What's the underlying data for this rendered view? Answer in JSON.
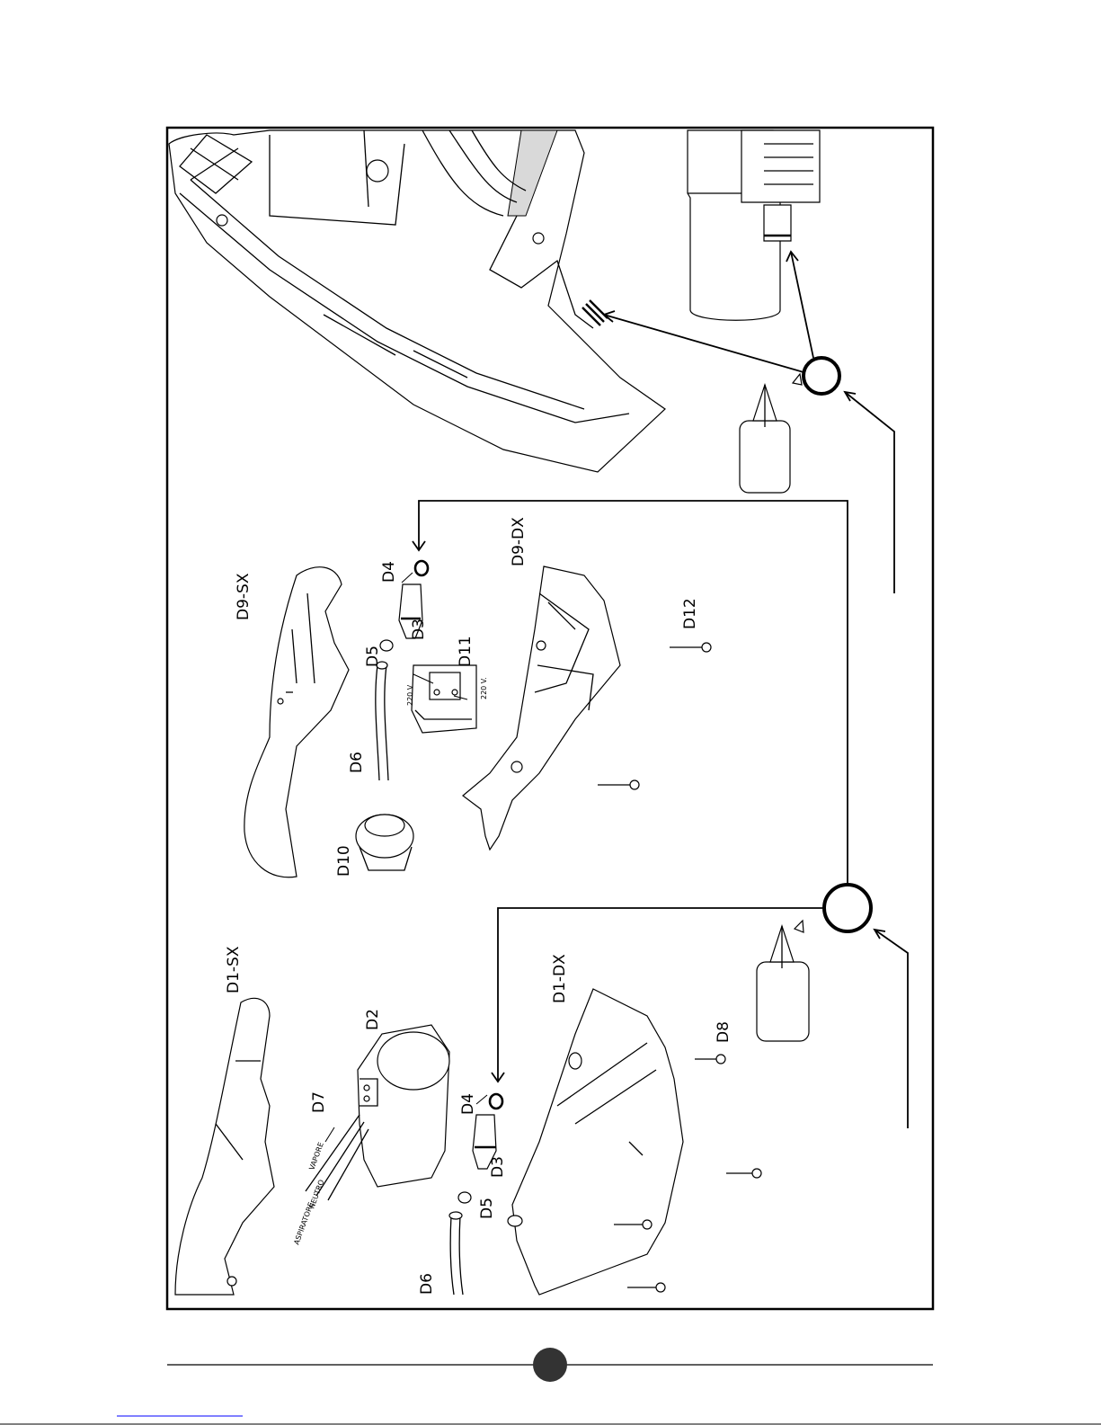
{
  "labels": {
    "d1_sx": "D1-SX",
    "d1_dx": "D1-DX",
    "d2": "D2",
    "d3_a": "D3",
    "d4_a": "D4",
    "d5_a": "D5",
    "d6_a": "D6",
    "d7": "D7",
    "d8": "D8",
    "d9_sx": "D9-SX",
    "d9_dx": "D9-DX",
    "d3_b": "D3",
    "d4_b": "D4",
    "d5_b": "D5",
    "d6_b": "D6",
    "d10": "D10",
    "d11": "D11",
    "d12": "D12"
  },
  "wire_labels": {
    "aspiratore": "ASPIRATORE",
    "neutro": "NEUTRO",
    "vapore": "VAPORE"
  },
  "voltage_labels": {
    "v1": "220 V",
    "v2": "220 V."
  },
  "colors": {
    "line": "#000000",
    "paper": "#ffffff",
    "footer_dot": "#333333",
    "link": "#0000ff"
  }
}
